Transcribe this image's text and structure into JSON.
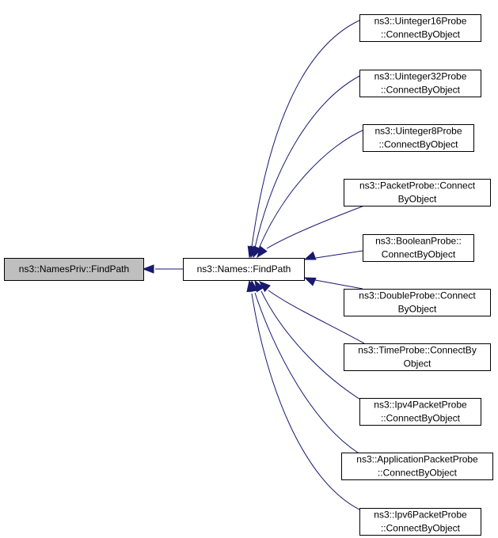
{
  "diagram": {
    "type": "call-graph",
    "colors": {
      "edge": "#191970",
      "highlight_fill": "#bfbfbf",
      "node_fill": "#ffffff",
      "node_border": "#000000"
    },
    "root": {
      "id": "namespriv-findpath",
      "lines": [
        "ns3::NamesPriv::FindPath"
      ],
      "highlighted": true
    },
    "hub": {
      "id": "names-findpath",
      "lines": [
        "ns3::Names::FindPath"
      ]
    },
    "callers": [
      {
        "id": "uinteger16probe",
        "lines": [
          "ns3::Uinteger16Probe",
          "::ConnectByObject"
        ]
      },
      {
        "id": "uinteger32probe",
        "lines": [
          "ns3::Uinteger32Probe",
          "::ConnectByObject"
        ]
      },
      {
        "id": "uinteger8probe",
        "lines": [
          "ns3::Uinteger8Probe",
          "::ConnectByObject"
        ]
      },
      {
        "id": "packetprobe",
        "lines": [
          "ns3::PacketProbe::Connect",
          "ByObject"
        ]
      },
      {
        "id": "booleanprobe",
        "lines": [
          "ns3::BooleanProbe::",
          "ConnectByObject"
        ]
      },
      {
        "id": "doubleprobe",
        "lines": [
          "ns3::DoubleProbe::Connect",
          "ByObject"
        ]
      },
      {
        "id": "timeprobe",
        "lines": [
          "ns3::TimeProbe::ConnectBy",
          "Object"
        ]
      },
      {
        "id": "ipv4packetprobe",
        "lines": [
          "ns3::Ipv4PacketProbe",
          "::ConnectByObject"
        ]
      },
      {
        "id": "applicationpacketprobe",
        "lines": [
          "ns3::ApplicationPacketProbe",
          "::ConnectByObject"
        ]
      },
      {
        "id": "ipv6packetprobe",
        "lines": [
          "ns3::Ipv6PacketProbe",
          "::ConnectByObject"
        ]
      }
    ],
    "edges": [
      {
        "from": "names-findpath",
        "to": "namespriv-findpath"
      },
      {
        "from": "uinteger16probe",
        "to": "names-findpath"
      },
      {
        "from": "uinteger32probe",
        "to": "names-findpath"
      },
      {
        "from": "uinteger8probe",
        "to": "names-findpath"
      },
      {
        "from": "packetprobe",
        "to": "names-findpath"
      },
      {
        "from": "booleanprobe",
        "to": "names-findpath"
      },
      {
        "from": "doubleprobe",
        "to": "names-findpath"
      },
      {
        "from": "timeprobe",
        "to": "names-findpath"
      },
      {
        "from": "ipv4packetprobe",
        "to": "names-findpath"
      },
      {
        "from": "applicationpacketprobe",
        "to": "names-findpath"
      },
      {
        "from": "ipv6packetprobe",
        "to": "names-findpath"
      }
    ]
  }
}
